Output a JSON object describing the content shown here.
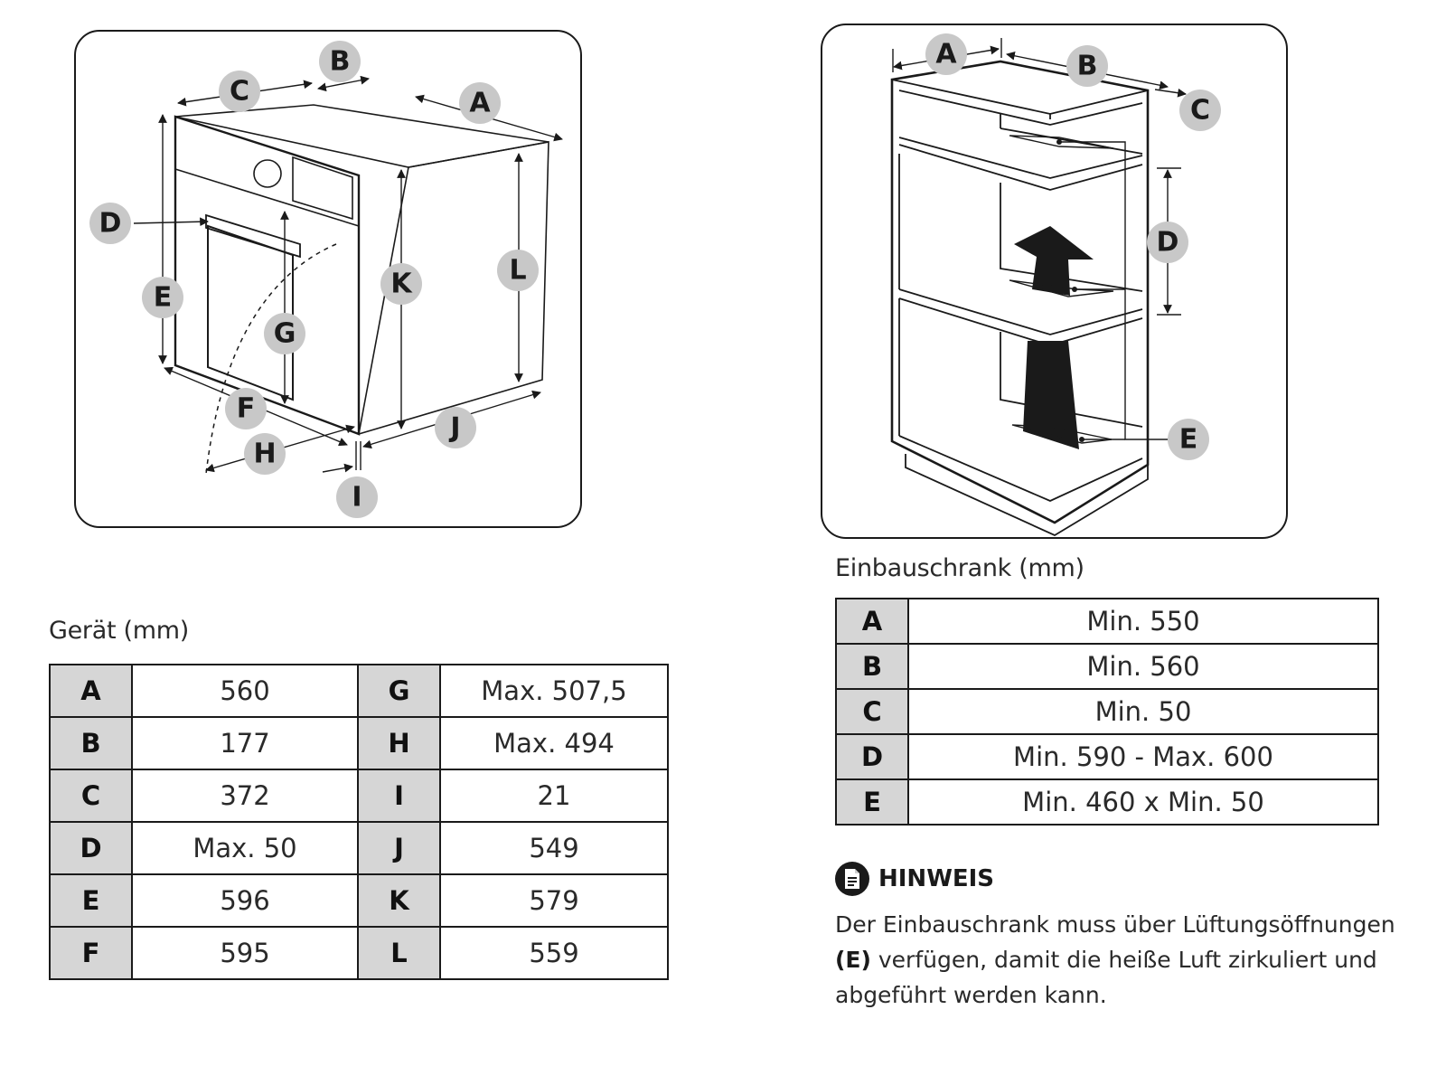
{
  "device_diagram": {
    "labels": [
      "A",
      "B",
      "C",
      "D",
      "E",
      "F",
      "G",
      "H",
      "I",
      "J",
      "K",
      "L"
    ]
  },
  "cabinet_diagram": {
    "labels": [
      "A",
      "B",
      "C",
      "D",
      "E"
    ]
  },
  "geraet": {
    "caption": "Gerät (mm)",
    "rows": [
      {
        "key": "A",
        "value": "560",
        "key2": "G",
        "value2": "Max. 507,5"
      },
      {
        "key": "B",
        "value": "177",
        "key2": "H",
        "value2": "Max. 494"
      },
      {
        "key": "C",
        "value": "372",
        "key2": "I",
        "value2": "21"
      },
      {
        "key": "D",
        "value": "Max. 50",
        "key2": "J",
        "value2": "549"
      },
      {
        "key": "E",
        "value": "596",
        "key2": "K",
        "value2": "579"
      },
      {
        "key": "F",
        "value": "595",
        "key2": "L",
        "value2": "559"
      }
    ]
  },
  "einbauschrank": {
    "caption": "Einbauschrank (mm)",
    "rows": [
      {
        "key": "A",
        "value": "Min. 550"
      },
      {
        "key": "B",
        "value": "Min. 560"
      },
      {
        "key": "C",
        "value": "Min. 50"
      },
      {
        "key": "D",
        "value": "Min. 590 - Max. 600"
      },
      {
        "key": "E",
        "value": "Min. 460 x Min. 50"
      }
    ]
  },
  "note": {
    "icon": "note-document-icon",
    "title": "HINWEIS",
    "text_before": "Der Einbauschrank muss über Lüftungsöffnungen",
    "text_ref": "(E)",
    "text_after": " verfügen, damit die heiße Luft zirkuliert und abgeführt werden kann."
  },
  "colors": {
    "badge_fill": "#c8c8c8",
    "key_cell_fill": "#d6d6d6",
    "line": "#1a1a1a"
  }
}
